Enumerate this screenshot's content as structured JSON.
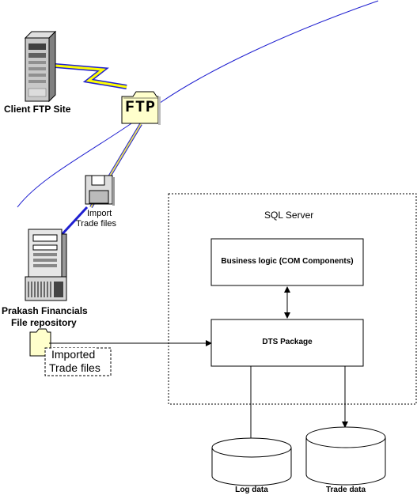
{
  "client_site": {
    "label": "Client FTP Site"
  },
  "ftp": {
    "label": "FTP"
  },
  "import_files": {
    "line1": "Import",
    "line2": "Trade files"
  },
  "repository": {
    "line1": "Prakash Financials",
    "line2": "File repository"
  },
  "imported_files": {
    "line1": "Imported",
    "line2": "Trade files"
  },
  "sql_server": {
    "title": "SQL Server",
    "business_logic": "Business logic (COM Components)",
    "dts_package": "DTS Package"
  },
  "databases": {
    "log": "Log data",
    "trade": "Trade data"
  },
  "colors": {
    "link_blue": "#1f1fd0",
    "bolt_yellow": "#ffff00",
    "folder_fill": "#ffffcc"
  }
}
